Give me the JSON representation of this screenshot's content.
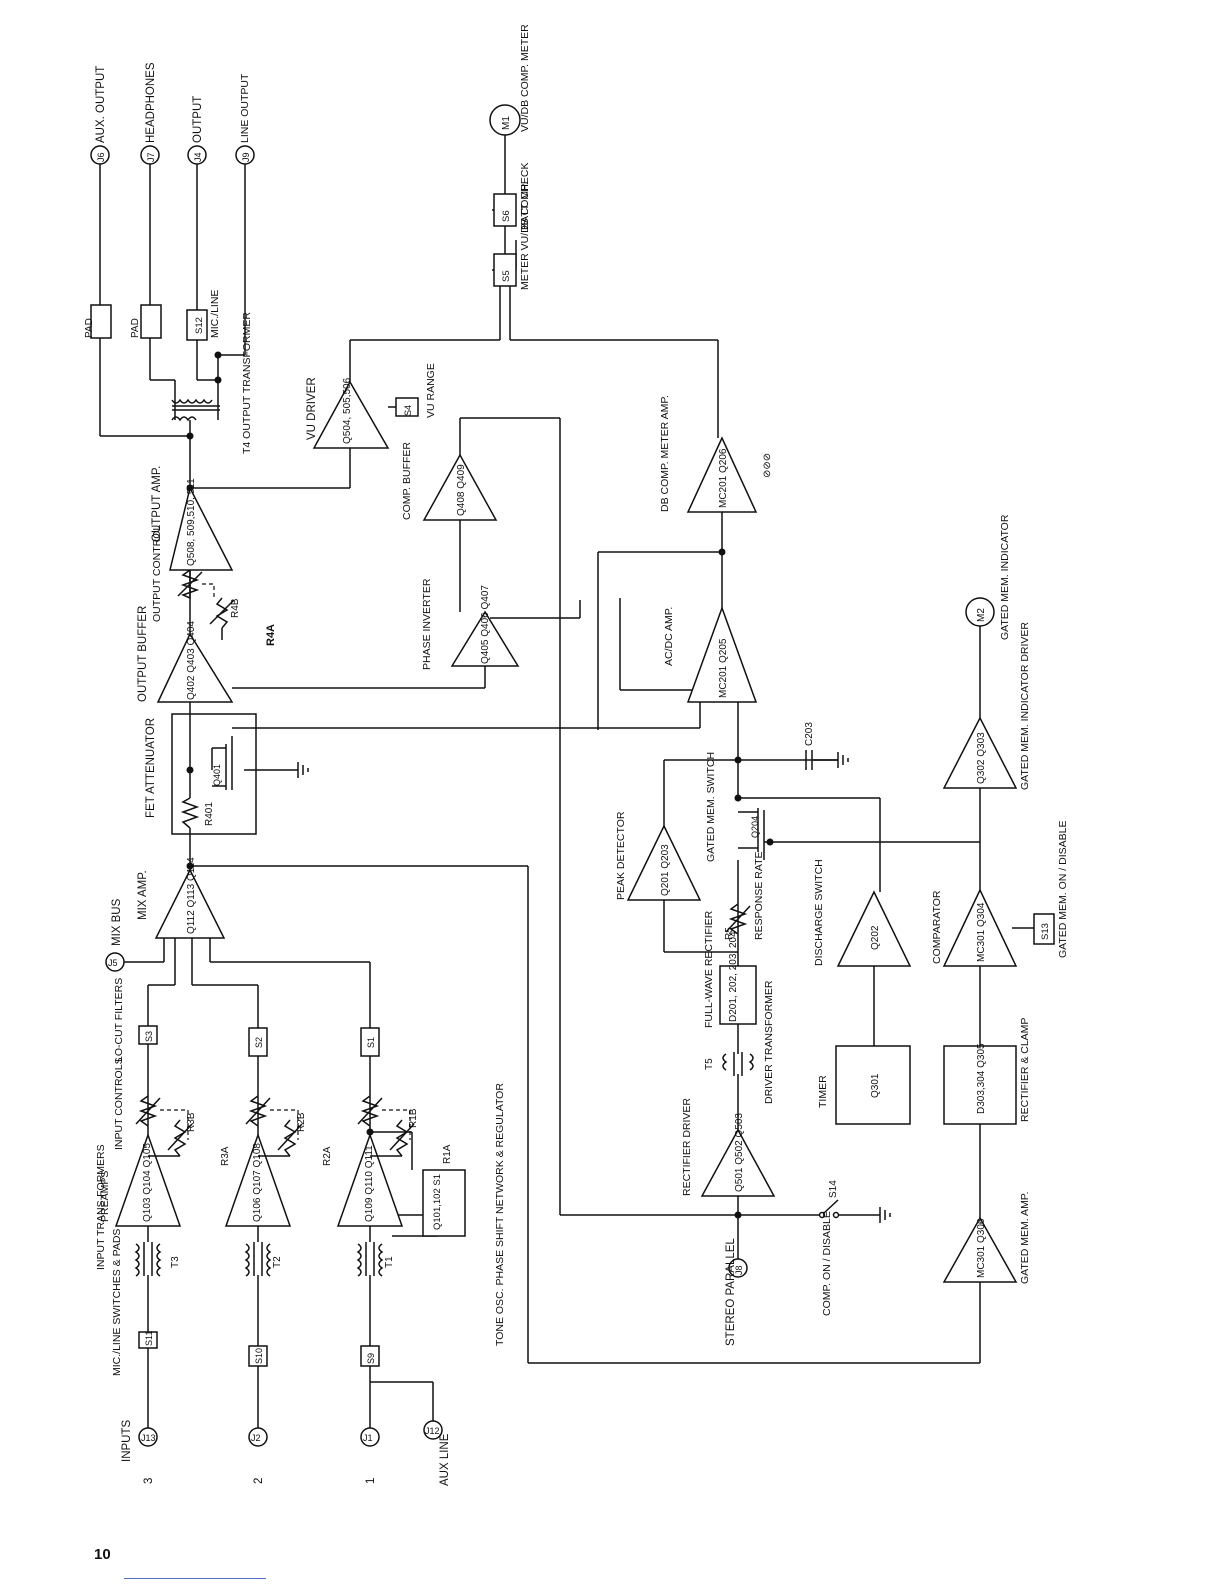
{
  "page_number": "10",
  "inputs_section": {
    "inputs": "INPUTS",
    "ch3": "3",
    "ch2": "2",
    "ch1": "1",
    "j13": "J13",
    "j2": "J2",
    "j1": "J1",
    "j12": "J12",
    "aux_line": "AUX LINE",
    "mic_line_switches": "MIC./LINE SWITCHES & PADS",
    "s11": "S11",
    "s10": "S10",
    "s9": "S9",
    "input_transformers": "INPUT TRANS-FORMERS",
    "t3": "T3",
    "t2": "T2",
    "t1": "T1",
    "preamps": "PREAMPS",
    "q103": "Q103 Q104 Q105",
    "q106": "Q106 Q107 Q108",
    "q109": "Q109 Q110 Q111",
    "input_controls": "INPUT CONTROLS",
    "r3a": "R3A",
    "r3b": "R3B",
    "r2a": "R2A",
    "r2b": "R2B",
    "r1a": "R1A",
    "r1b": "R1B",
    "lo_cut_filters": "LO-CUT FILTERS",
    "s3": "S3",
    "s2": "S2",
    "s1": "S1",
    "tone_box": "Q101,102 S1",
    "tone_osc": "TONE OSC. PHASE SHIFT NETWORK & REGULATOR"
  },
  "mix_section": {
    "j5": "J5",
    "mix_bus": "MIX BUS",
    "mix_amp": "MIX AMP.",
    "q112": "Q112 Q113 Q114",
    "fet_attenuator": "FET ATTENUATOR",
    "r401": "R401",
    "q401": "Q401",
    "output_buffer": "OUTPUT BUFFER",
    "q402": "Q402 Q403 Q404",
    "output_control": "OUTPUT CONTROL",
    "r4a": "R4A",
    "r4b": "R4B",
    "output_amp": "OUTPUT AMP.",
    "q508": "Q508, 509,510, 511",
    "t4": "T4 OUTPUT TRANSFORMER",
    "pad1": "PAD",
    "pad2": "PAD",
    "s12": "S12",
    "mic_line": "MIC./LINE",
    "j6": "J6",
    "aux_output": "AUX. OUTPUT",
    "j7": "J7",
    "headphones": "HEADPHONES",
    "j4": "J4",
    "output": "OUTPUT",
    "j9": "J9",
    "line_output": "LINE OUTPUT",
    "vu_driver": "VU DRIVER",
    "q504": "Q504, 505,506",
    "s4": "S4",
    "vu_range": "VU RANGE",
    "comp_buffer": "COMP. BUFFER",
    "q408": "Q408 Q409",
    "phase_inverter": "PHASE INVERTER",
    "q405": "Q405 Q406 Q407"
  },
  "metering_section": {
    "s5": "S5",
    "meter_vudb": "METER VU/DB COMP.",
    "s6": "S6",
    "batt_check": "BATT. CHECK",
    "m1": "M1",
    "vu_db_meter": "VU/DB COMP. METER",
    "db_comp_meter_amp": "DB COMP. METER AMP.",
    "mc201_q206": "MC201 Q206",
    "acdc_amp": "AC/DC AMP.",
    "mc201_q205": "MC201 Q205",
    "c203": "C203",
    "peak_detector": "PEAK DETECTOR",
    "q201_q203": "Q201 Q203",
    "gated_mem_switch": "GATED MEM. SWITCH",
    "q204": "Q204",
    "r5": "R5",
    "response_rate": "RESPONSE RATE",
    "full_wave_rectifier": "FULL-WAVE RECTIFIER",
    "d201": "D201, 202, 203, 204",
    "t5": "T5",
    "driver_transformer": "DRIVER TRANSFORMER",
    "rectifier_driver": "RECTIFIER DRIVER",
    "q501": "Q501 Q502 Q503",
    "j8": "J8",
    "stereo_parallel": "STEREO PARALLEL",
    "s14": "S14",
    "comp_on_disable": "COMP. ON / DISABLE",
    "discharge_switch": "DISCHARGE SWITCH",
    "q202": "Q202",
    "timer": "TIMER",
    "q301": "Q301",
    "comparator": "COMPARATOR",
    "mc301_q304": "MC301 Q304",
    "s13": "S13",
    "gated_mem_on_disable": "GATED MEM. ON / DISABLE",
    "rectifier_clamp_box": "D303,304 Q305",
    "rectifier_clamp": "RECTIFIER & CLAMP",
    "gated_mem_amp": "GATED MEM. AMP.",
    "mc301_q306": "MC301 Q306",
    "gated_mem_ind_driver": "GATED MEM. INDICATOR DRIVER",
    "q302": "Q302 Q303",
    "m2": "M2",
    "gated_mem_indicator": "GATED MEM. INDICATOR"
  }
}
